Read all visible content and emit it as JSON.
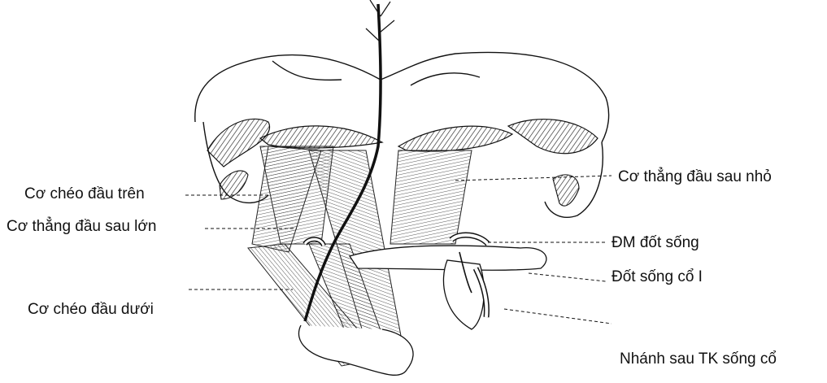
{
  "labels": {
    "left": {
      "superior_oblique": "Cơ chéo đầu trên",
      "rectus_major": "Cơ thẳng đầu sau lớn",
      "inferior_oblique": "Cơ chéo đầu dưới"
    },
    "right": {
      "rectus_minor": "Cơ thẳng đầu sau nhỏ",
      "vertebral_artery": "ĐM đốt sống",
      "atlas": "Đốt sống cổ I",
      "posterior_ramus": "Nhánh sau TK sống cổ"
    }
  },
  "colors": {
    "ink": "#111111",
    "background": "#ffffff"
  }
}
